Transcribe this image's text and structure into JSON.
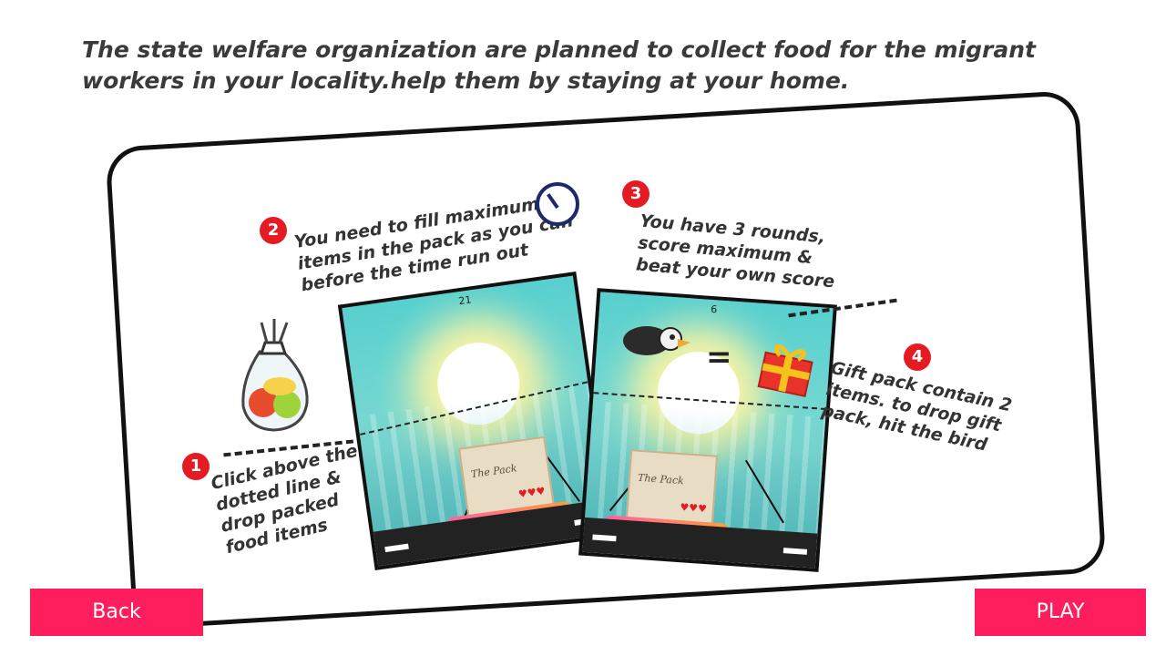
{
  "heading": "The state welfare organization are planned to collect food for the migrant workers in your locality.help them by staying at your home.",
  "steps": [
    {
      "number": "1",
      "text": "Click above the\ndotted line &\ndrop  packed\nfood items"
    },
    {
      "number": "2",
      "text": "You need to fill maximum\nitems in the pack as you can\nbefore the time run out"
    },
    {
      "number": "3",
      "text": "You have 3 rounds,\nscore maximum &\nbeat your own score"
    },
    {
      "number": "4",
      "text": "Gift pack contain 2\nitems. to drop gift\npack, hit the bird"
    }
  ],
  "screens": [
    {
      "timer": "21",
      "box_label": "The Pack",
      "hearts": "♥♥♥"
    },
    {
      "timer": "6",
      "box_label": "The Pack",
      "hearts": "♥♥♥"
    }
  ],
  "equals_sign": "=",
  "buttons": {
    "back": "Back",
    "play": "PLAY"
  },
  "colors": {
    "button": "#ff1e5d",
    "badge": "#e41b23",
    "clock": "#1d2a6a"
  },
  "icons": [
    "food-bag-icon",
    "clock-icon",
    "gift-icon",
    "bird-icon"
  ]
}
